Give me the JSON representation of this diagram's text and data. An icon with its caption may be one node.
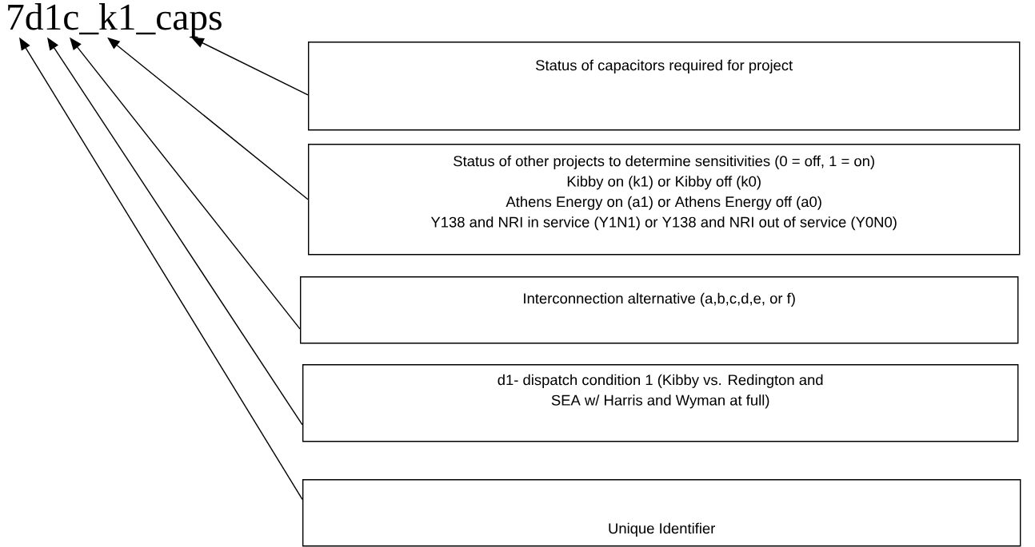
{
  "diagram": {
    "nodes": [
      {
        "text": [
          "7d1c_k1_caps"
        ]
      },
      {
        "text": [
          "Status of capacitors required for project"
        ]
      },
      {
        "text": [
          "Status of other projects to determine sensitivities (0 = off, 1 = on)",
          "Kibby on (k1) or Kibby off (k0)",
          "Athens Energy on (a1) or Athens Energy off (a0)",
          "Y138 and NRI in service (Y1N1) or Y138 and NRI out of service (Y0N0)"
        ]
      },
      {
        "text": [
          "Interconnection alternative (a,b,c,d,e, or f)"
        ]
      },
      {
        "text": [
          "d1- dispatch condition 1 (Kibby vs. Redington and SEA w/ Harris and Wyman at full)"
        ]
      },
      {
        "text": [
          "Unique Identifier"
        ]
      }
    ],
    "edges": [
      {
        "from": 1,
        "to": 0,
        "arrow": "to"
      },
      {
        "from": 2,
        "to": 0,
        "arrow": "to"
      },
      {
        "from": 3,
        "to": 0,
        "arrow": "to"
      },
      {
        "from": 4,
        "to": 0,
        "arrow": "to"
      },
      {
        "from": 5,
        "to": 0,
        "arrow": "to"
      }
    ]
  }
}
